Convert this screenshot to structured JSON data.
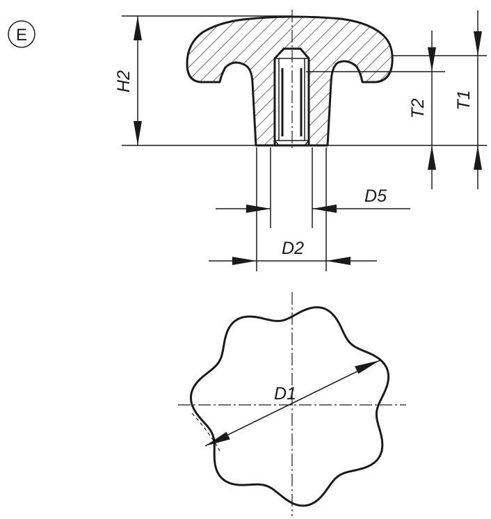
{
  "view_label": "E",
  "dimensions": {
    "H2": "H2",
    "T1": "T1",
    "T2": "T2",
    "D5": "D5",
    "D2": "D2",
    "D1": "D1"
  },
  "colors": {
    "line": "#1a1a1a",
    "background": "#ffffff"
  }
}
